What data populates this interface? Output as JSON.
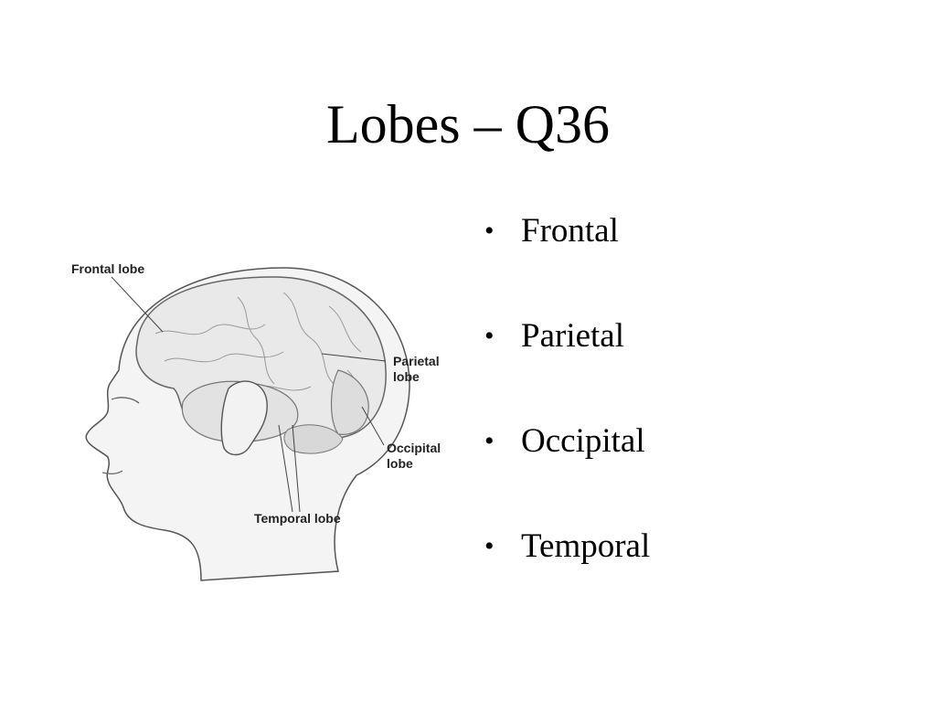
{
  "title": "Lobes – Q36",
  "figure": {
    "labels": {
      "frontal": "Frontal lobe",
      "parietal": "Parietal\nlobe",
      "occipital": "Occipital\nlobe",
      "temporal": "Temporal lobe"
    }
  },
  "bullets": [
    {
      "text": "Frontal"
    },
    {
      "text": "Parietal"
    },
    {
      "text": "Occipital"
    },
    {
      "text": "Temporal"
    }
  ],
  "bullet_symbol": "•"
}
